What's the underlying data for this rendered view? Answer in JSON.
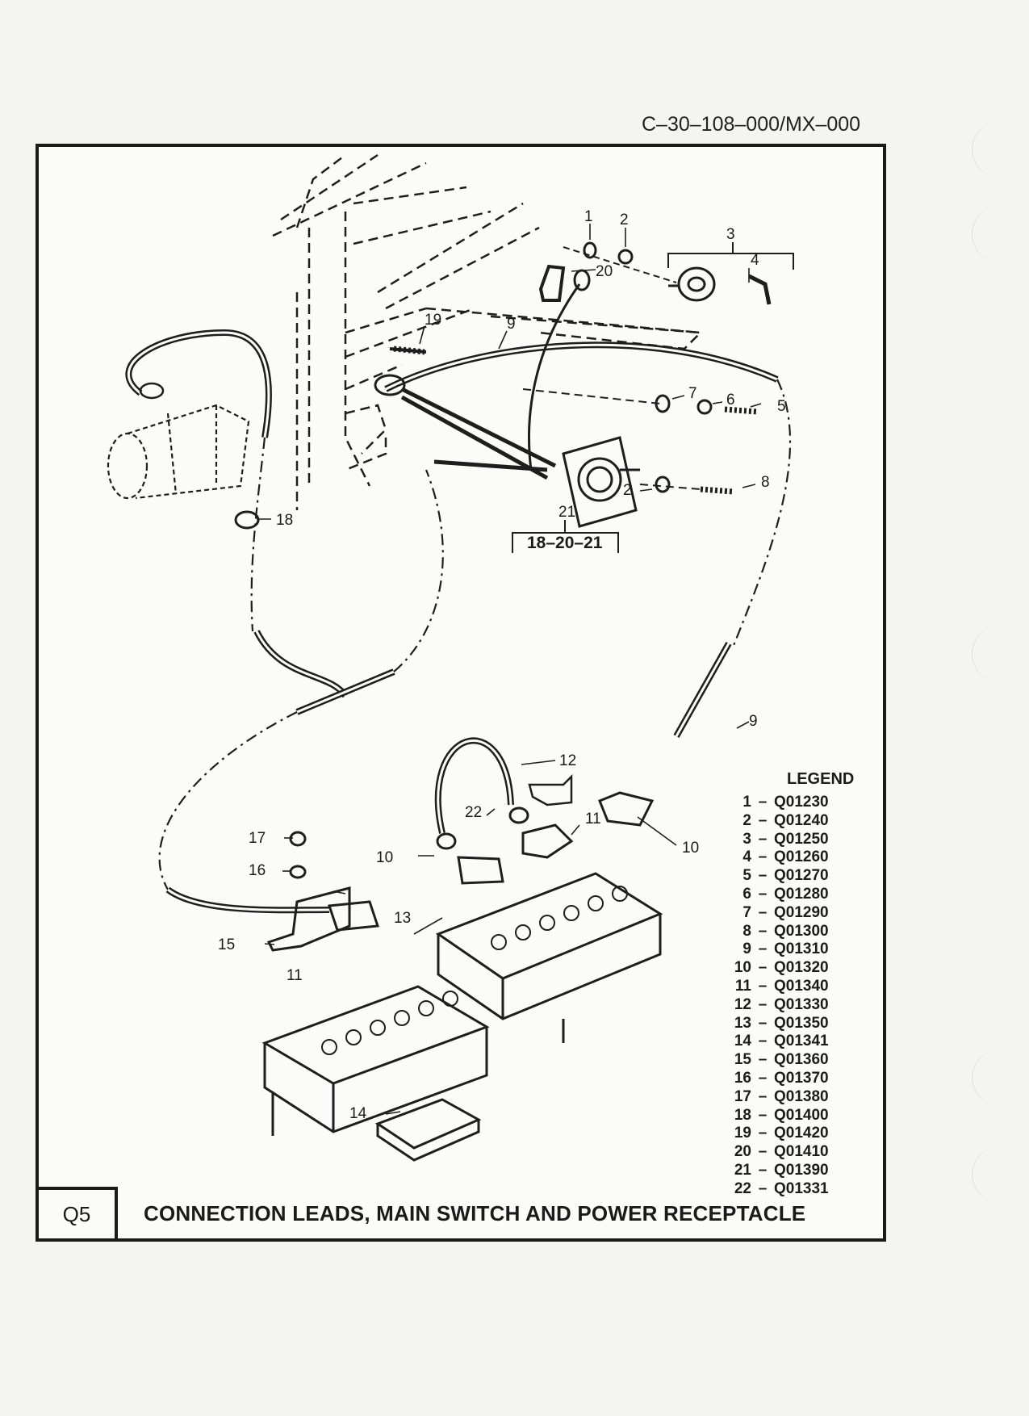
{
  "document_code": "C–30–108–000/MX–000",
  "figure_id": "Q5",
  "figure_title": "CONNECTION LEADS, MAIN SWITCH AND POWER RECEPTACLE",
  "callout_group": "18–20–21",
  "legend": {
    "title": "LEGEND",
    "items": [
      {
        "num": "1",
        "code": "Q01230"
      },
      {
        "num": "2",
        "code": "Q01240"
      },
      {
        "num": "3",
        "code": "Q01250"
      },
      {
        "num": "4",
        "code": "Q01260"
      },
      {
        "num": "5",
        "code": "Q01270"
      },
      {
        "num": "6",
        "code": "Q01280"
      },
      {
        "num": "7",
        "code": "Q01290"
      },
      {
        "num": "8",
        "code": "Q01300"
      },
      {
        "num": "9",
        "code": "Q01310"
      },
      {
        "num": "10",
        "code": "Q01320"
      },
      {
        "num": "11",
        "code": "Q01340"
      },
      {
        "num": "12",
        "code": "Q01330"
      },
      {
        "num": "13",
        "code": "Q01350"
      },
      {
        "num": "14",
        "code": "Q01341"
      },
      {
        "num": "15",
        "code": "Q01360"
      },
      {
        "num": "16",
        "code": "Q01370"
      },
      {
        "num": "17",
        "code": "Q01380"
      },
      {
        "num": "18",
        "code": "Q01400"
      },
      {
        "num": "19",
        "code": "Q01420"
      },
      {
        "num": "20",
        "code": "Q01410"
      },
      {
        "num": "21",
        "code": "Q01390"
      },
      {
        "num": "22",
        "code": "Q01331"
      }
    ]
  },
  "callouts": [
    "1",
    "2",
    "3",
    "4",
    "20",
    "19",
    "9",
    "7",
    "6",
    "5",
    "2",
    "8",
    "21",
    "18",
    "9",
    "12",
    "22",
    "11",
    "10",
    "17",
    "10",
    "16",
    "15",
    "13",
    "11",
    "14"
  ]
}
